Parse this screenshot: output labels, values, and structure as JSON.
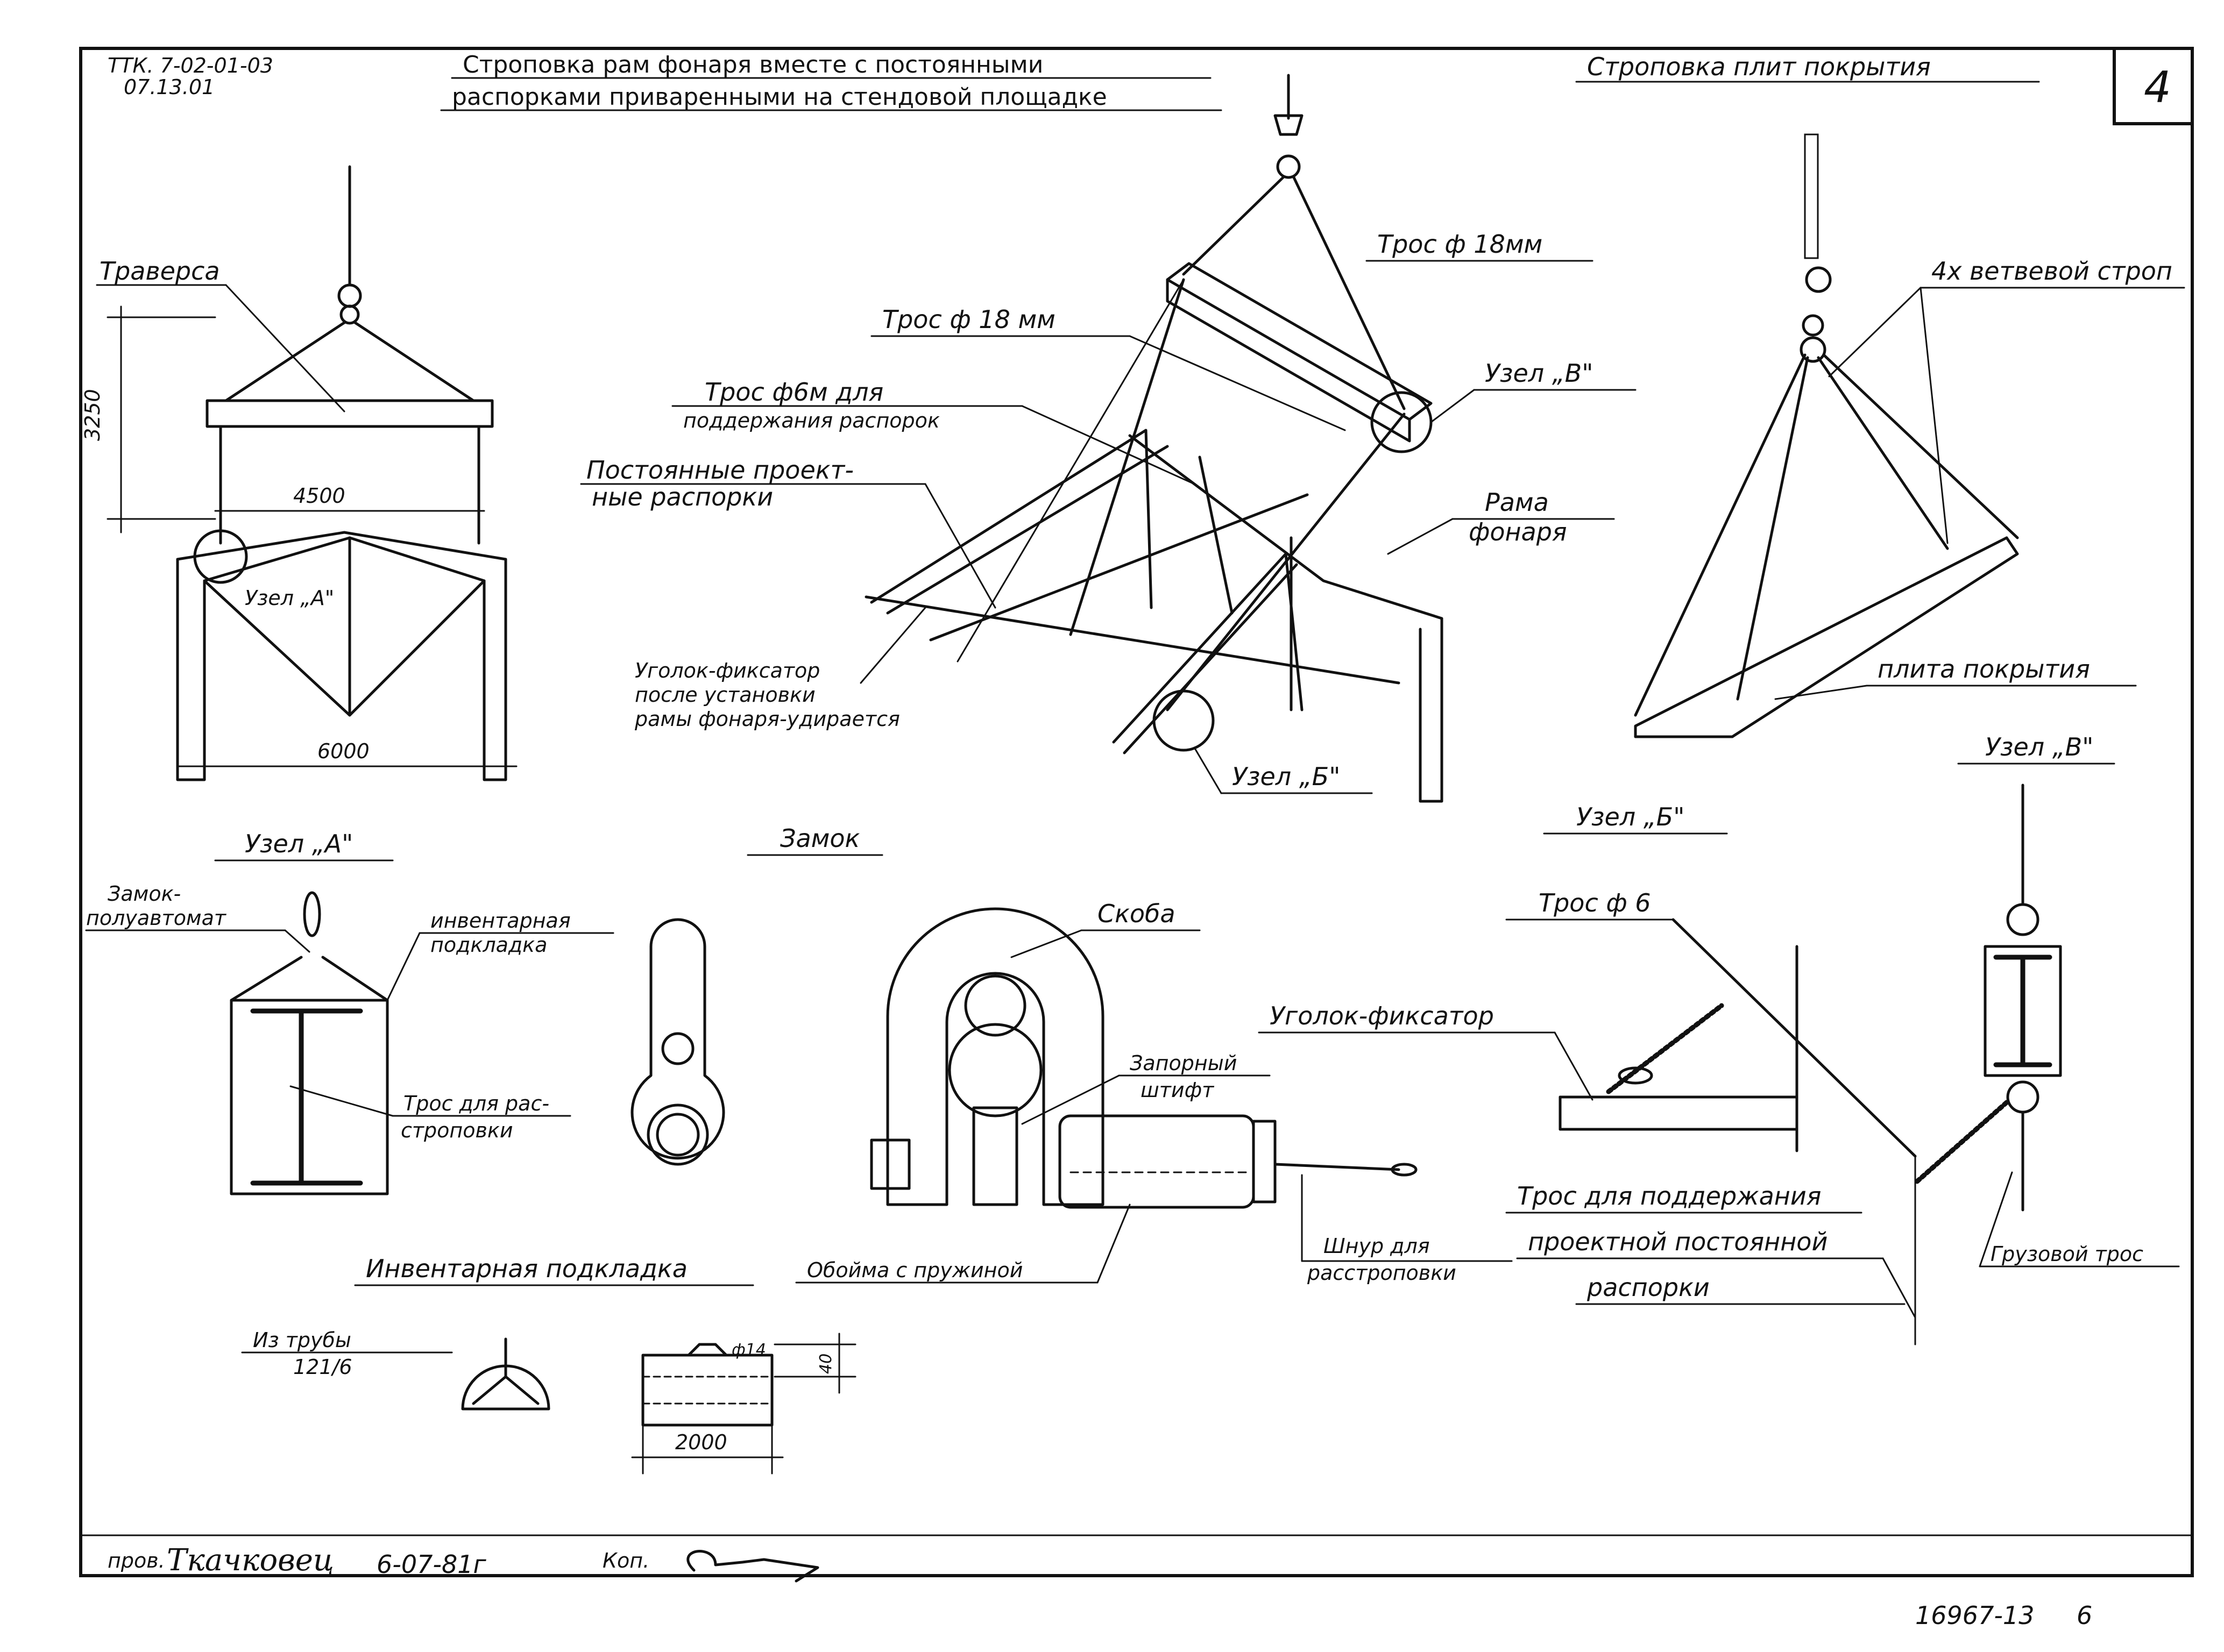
{
  "sheet": {
    "code": "ТТК. 7-02-01-03",
    "date": "07.13.01",
    "sheet_number": "4",
    "archive_number": "16967-13",
    "page_number": "6"
  },
  "titles": {
    "left_line1": "Строповка рам фонаря вместе с постоянными",
    "left_line2": "распорками приваренными на стендовой площадке",
    "right": "Строповка плит покрытия"
  },
  "traversa_view": {
    "label": "Траверса",
    "dim_height": "3250",
    "dim_span": "4500",
    "dim_base": "6000",
    "node_label": "Узел „А\""
  },
  "frame_view": {
    "cable_18_a": "Трос ф 18мм",
    "cable_18_b": "Трос ф 18 мм",
    "cable_6_line1": "Трос ф6м  для",
    "cable_6_line2": "поддержания распорок",
    "struts_line1": "Постоянные проект-",
    "struts_line2": "ные распорки",
    "angle_line1": "Уголок-фиксатор",
    "angle_line2": "после установки",
    "angle_line3": "рамы фонаря-удирается",
    "node_v": "Узел „В\"",
    "node_b": "Узел „Б\"",
    "frame_line1": "Рама",
    "frame_line2": "фонаря"
  },
  "slab_view": {
    "sling": "4х ветвевой строп",
    "slab": "плита покрытия"
  },
  "node_a": {
    "title": "Узел „А\"",
    "lock_line1": "Замок-",
    "lock_line2": "полуавтомат",
    "pad_line1": "инвентарная",
    "pad_line2": "подкладка",
    "cable_line1": "Трос для рас-",
    "cable_line2": "строповки"
  },
  "lock": {
    "title": "Замок",
    "skoba": "Скоба",
    "pin_line1": "Запорный",
    "pin_line2": "штифт",
    "holder": "Обойма с пружиной",
    "cord_line1": "Шнур для",
    "cord_line2": "расстроповки"
  },
  "pad": {
    "title": "Инвентарная подкладка",
    "from_line1": "Из трубы",
    "from_line2": "121/6",
    "dim_d": "ф14",
    "dim_h": "40",
    "dim_len": "2000"
  },
  "node_b": {
    "title": "Узел „Б\"",
    "cable": "Трос ф 6",
    "angle": "Уголок-фиксатор",
    "support_line1": "Трос для поддержания",
    "support_line2": "проектной постоянной",
    "support_line3": "распорки"
  },
  "node_v": {
    "title": "Узел „В\"",
    "cable": "Грузовой трос"
  },
  "stamp": {
    "checked_label": "пров.",
    "checked_name": "Ткачковец",
    "checked_date": "6-07-81г",
    "copied_label": "Коп."
  }
}
